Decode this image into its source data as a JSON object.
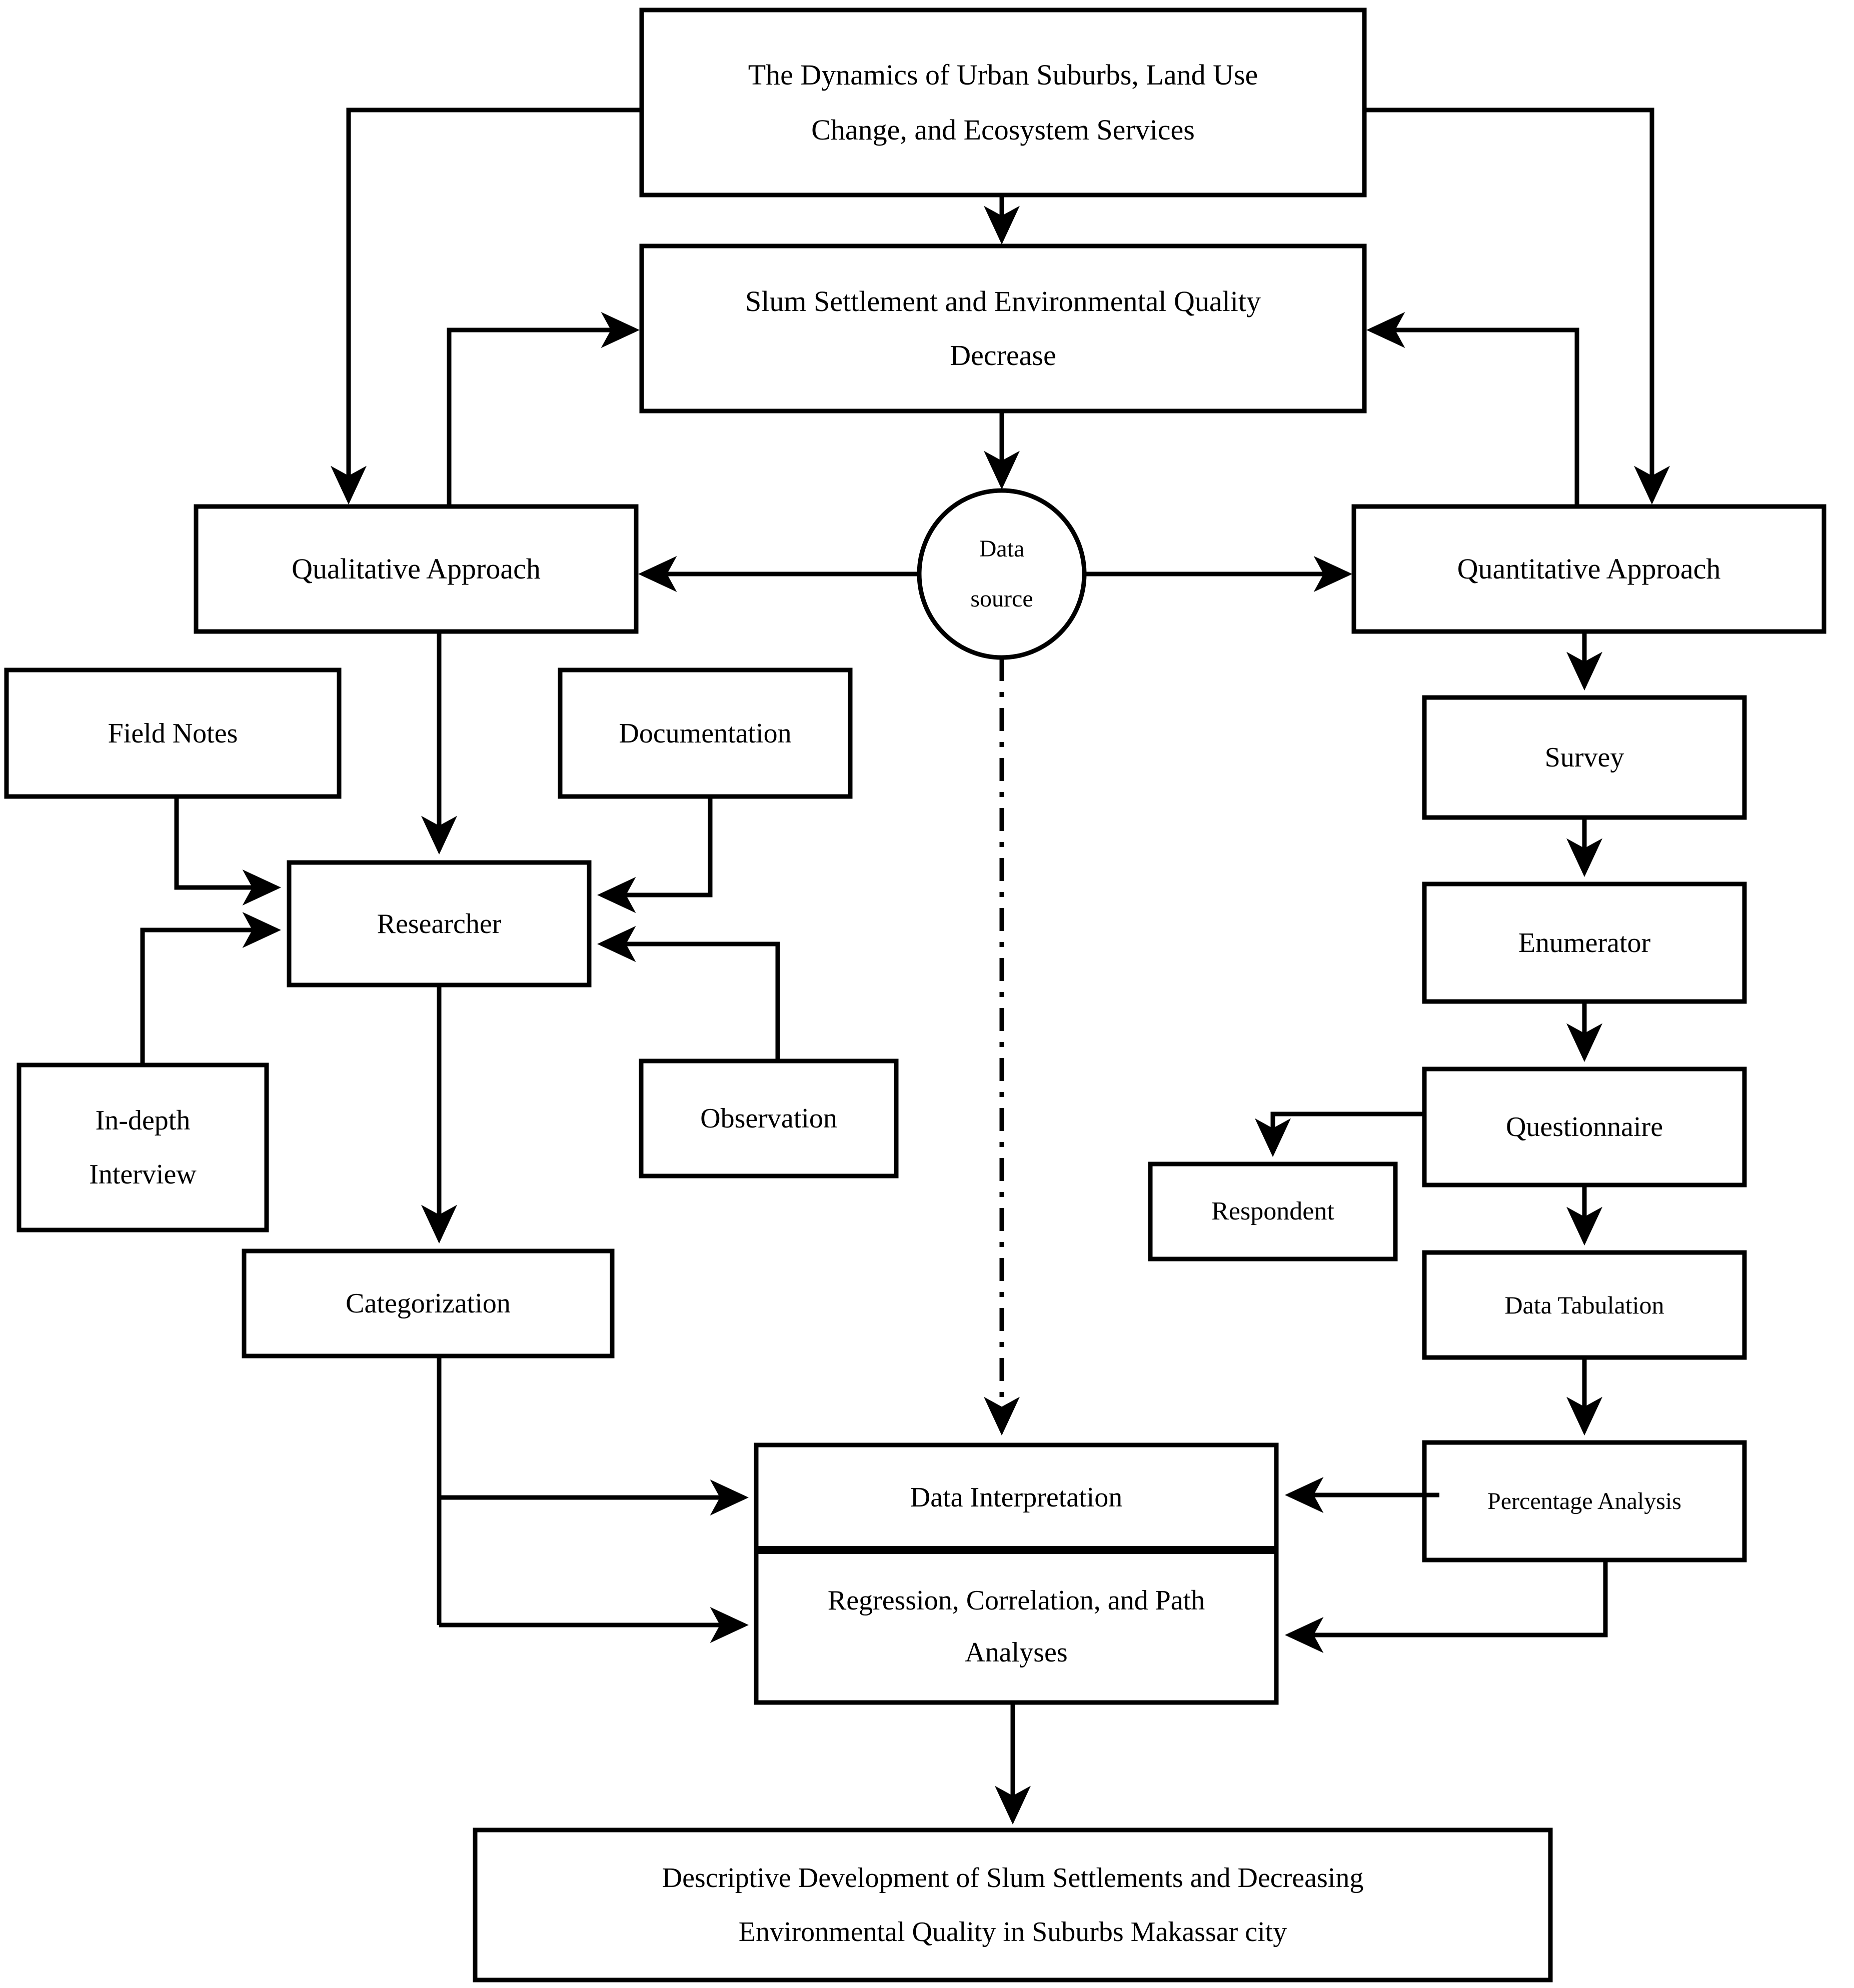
{
  "diagram": {
    "title": "Research Framework Flowchart",
    "stroke_color": "#000000",
    "fill_color": "#ffffff",
    "background": "#ffffff"
  },
  "nodes": {
    "research_title": {
      "shape": "rectangle",
      "lines": [
        "The Dynamics of Urban Suburbs, Land Use",
        "Change, and Ecosystem Services"
      ]
    },
    "problem": {
      "shape": "rectangle",
      "lines": [
        "Slum Settlement and Environmental Quality",
        "Decrease"
      ]
    },
    "data_source": {
      "shape": "ellipse",
      "lines": [
        "Data",
        "source"
      ]
    },
    "qualitative_approach": {
      "shape": "rectangle",
      "lines": [
        "Qualitative Approach"
      ]
    },
    "quantitative_approach": {
      "shape": "rectangle",
      "lines": [
        "Quantitative Approach"
      ]
    },
    "field_notes": {
      "shape": "rectangle",
      "lines": [
        "Field Notes"
      ]
    },
    "documentation": {
      "shape": "rectangle",
      "lines": [
        "Documentation"
      ]
    },
    "researcher": {
      "shape": "rectangle",
      "lines": [
        "Researcher"
      ]
    },
    "in_depth_interview": {
      "shape": "rectangle",
      "lines": [
        "In-depth",
        "Interview"
      ]
    },
    "observation": {
      "shape": "rectangle",
      "lines": [
        "Observation"
      ]
    },
    "categorization": {
      "shape": "rectangle",
      "lines": [
        "Categorization"
      ]
    },
    "survey": {
      "shape": "rectangle",
      "lines": [
        "Survey"
      ]
    },
    "enumerator": {
      "shape": "rectangle",
      "lines": [
        "Enumerator"
      ]
    },
    "questionnaire": {
      "shape": "rectangle",
      "lines": [
        "Questionnaire"
      ]
    },
    "respondent": {
      "shape": "rectangle",
      "lines": [
        "Respondent"
      ]
    },
    "data_tabulation": {
      "shape": "rectangle",
      "lines": [
        "Data Tabulation"
      ]
    },
    "percentage_analysis": {
      "shape": "rectangle",
      "lines": [
        "Percentage Analysis"
      ]
    },
    "data_interpretation": {
      "shape": "rectangle",
      "lines": [
        "Data Interpretation"
      ]
    },
    "regression_analyses": {
      "shape": "rectangle",
      "lines": [
        "Regression, Correlation, and Path",
        "Analyses"
      ]
    },
    "conclusion": {
      "shape": "rectangle",
      "lines": [
        "Descriptive Development of Slum Settlements and Decreasing",
        "Environmental Quality in Suburbs Makassar city"
      ]
    }
  },
  "edges": [
    {
      "from": "research_title",
      "to": "problem",
      "style": "solid",
      "arrow": true
    },
    {
      "from": "research_title",
      "to": "qualitative_approach",
      "style": "solid",
      "arrow": true
    },
    {
      "from": "research_title",
      "to": "quantitative_approach",
      "style": "solid",
      "arrow": true
    },
    {
      "from": "problem",
      "to": "data_source",
      "style": "solid",
      "arrow": true
    },
    {
      "from": "data_source",
      "to": "qualitative_approach",
      "style": "solid",
      "arrow": true
    },
    {
      "from": "data_source",
      "to": "quantitative_approach",
      "style": "solid",
      "arrow": true
    },
    {
      "from": "data_source",
      "to": "data_interpretation",
      "style": "dash-dot",
      "arrow": true
    },
    {
      "from": "qualitative_approach",
      "to": "problem",
      "style": "solid",
      "arrow": true
    },
    {
      "from": "quantitative_approach",
      "to": "problem",
      "style": "solid",
      "arrow": true
    },
    {
      "from": "qualitative_approach",
      "to": "researcher",
      "style": "solid",
      "arrow": true
    },
    {
      "from": "field_notes",
      "to": "researcher",
      "style": "solid",
      "arrow": true
    },
    {
      "from": "documentation",
      "to": "researcher",
      "style": "solid",
      "arrow": true
    },
    {
      "from": "in_depth_interview",
      "to": "researcher",
      "style": "solid",
      "arrow": true
    },
    {
      "from": "observation",
      "to": "researcher",
      "style": "solid",
      "arrow": true
    },
    {
      "from": "researcher",
      "to": "categorization",
      "style": "solid",
      "arrow": true
    },
    {
      "from": "categorization",
      "to": "data_interpretation",
      "style": "solid",
      "arrow": true
    },
    {
      "from": "categorization",
      "to": "regression_analyses",
      "style": "solid",
      "arrow": true
    },
    {
      "from": "quantitative_approach",
      "to": "survey",
      "style": "solid",
      "arrow": true
    },
    {
      "from": "survey",
      "to": "enumerator",
      "style": "solid",
      "arrow": true
    },
    {
      "from": "enumerator",
      "to": "questionnaire",
      "style": "solid",
      "arrow": true
    },
    {
      "from": "questionnaire",
      "to": "respondent",
      "style": "solid",
      "arrow": true
    },
    {
      "from": "questionnaire",
      "to": "data_tabulation",
      "style": "solid",
      "arrow": true
    },
    {
      "from": "data_tabulation",
      "to": "percentage_analysis",
      "style": "solid",
      "arrow": true
    },
    {
      "from": "percentage_analysis",
      "to": "data_interpretation",
      "style": "solid",
      "arrow": true
    },
    {
      "from": "percentage_analysis",
      "to": "regression_analyses",
      "style": "solid",
      "arrow": true
    },
    {
      "from": "regression_analyses",
      "to": "conclusion",
      "style": "solid",
      "arrow": true
    }
  ]
}
